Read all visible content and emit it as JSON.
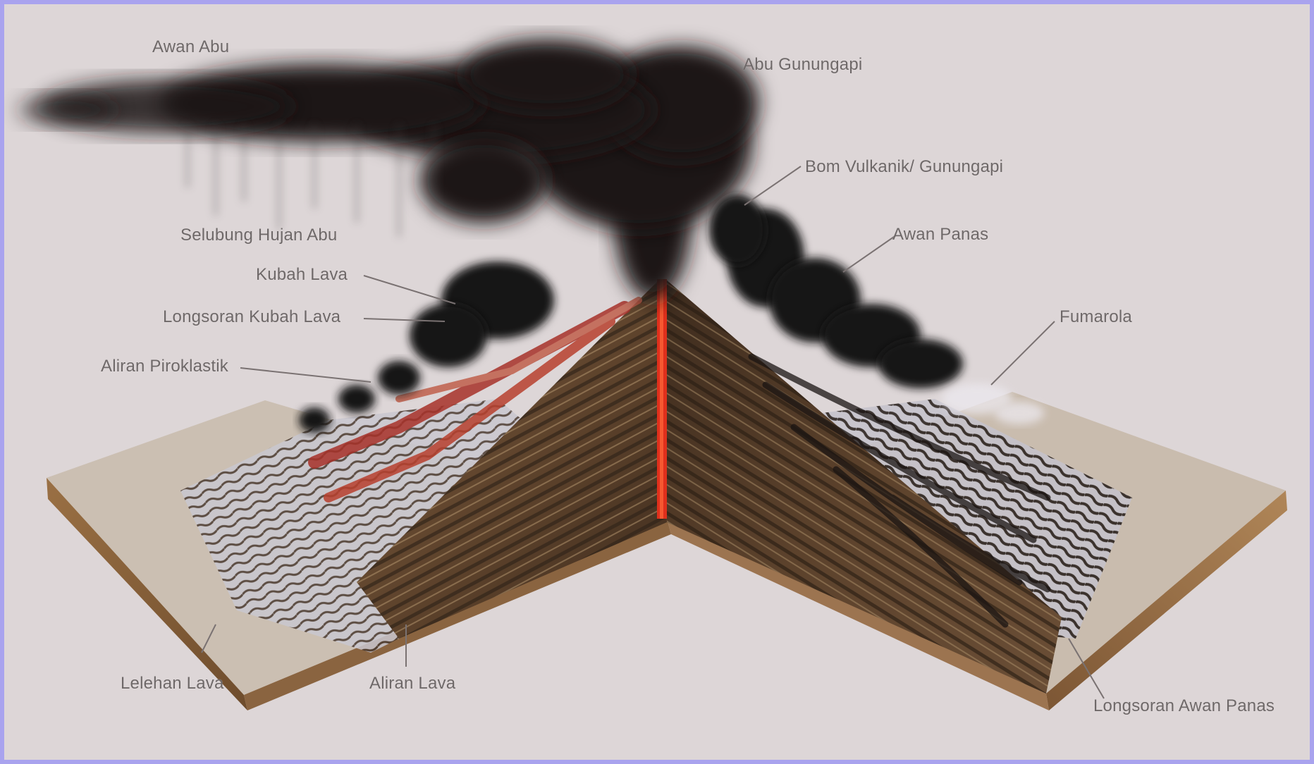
{
  "diagram": {
    "labels": {
      "ash_cloud": "Awan Abu",
      "volcanic_ash": "Abu Gunungapi",
      "volcanic_bomb": "Bom Vulkanik/ Gunungapi",
      "ash_rain_curtain": "Selubung Hujan Abu",
      "hot_cloud": "Awan Panas",
      "lava_dome": "Kubah Lava",
      "lava_dome_collapse": "Longsoran Kubah Lava",
      "pyroclastic_flow": "Aliran Piroklastik",
      "fumarole": "Fumarola",
      "lava_sheet": "Lelehan Lava",
      "lava_flow": "Aliran Lava",
      "hot_cloud_avalanche": "Longsoran Awan Panas"
    },
    "colors": {
      "frame": "#a9a3ee",
      "background": "#ddd6d7",
      "label_text": "#6e6868",
      "ash": "#1c1817",
      "magma": "#e0301c",
      "strata_dark": "#4a3626",
      "strata_light": "#a88a62"
    }
  }
}
